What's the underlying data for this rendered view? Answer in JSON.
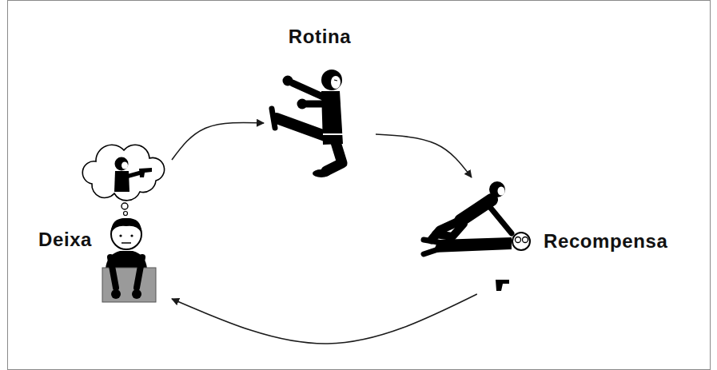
{
  "diagram": {
    "nodes": [
      {
        "text": [
          "Rotina"
        ]
      },
      {
        "text": [
          "Deixa"
        ]
      },
      {
        "text": [
          "Recompensa"
        ]
      }
    ],
    "edges": [
      {
        "from": 1,
        "to": 0,
        "arrow": "to"
      },
      {
        "from": 0,
        "to": 2,
        "arrow": "to"
      },
      {
        "from": 2,
        "to": 1,
        "arrow": "to"
      }
    ]
  }
}
